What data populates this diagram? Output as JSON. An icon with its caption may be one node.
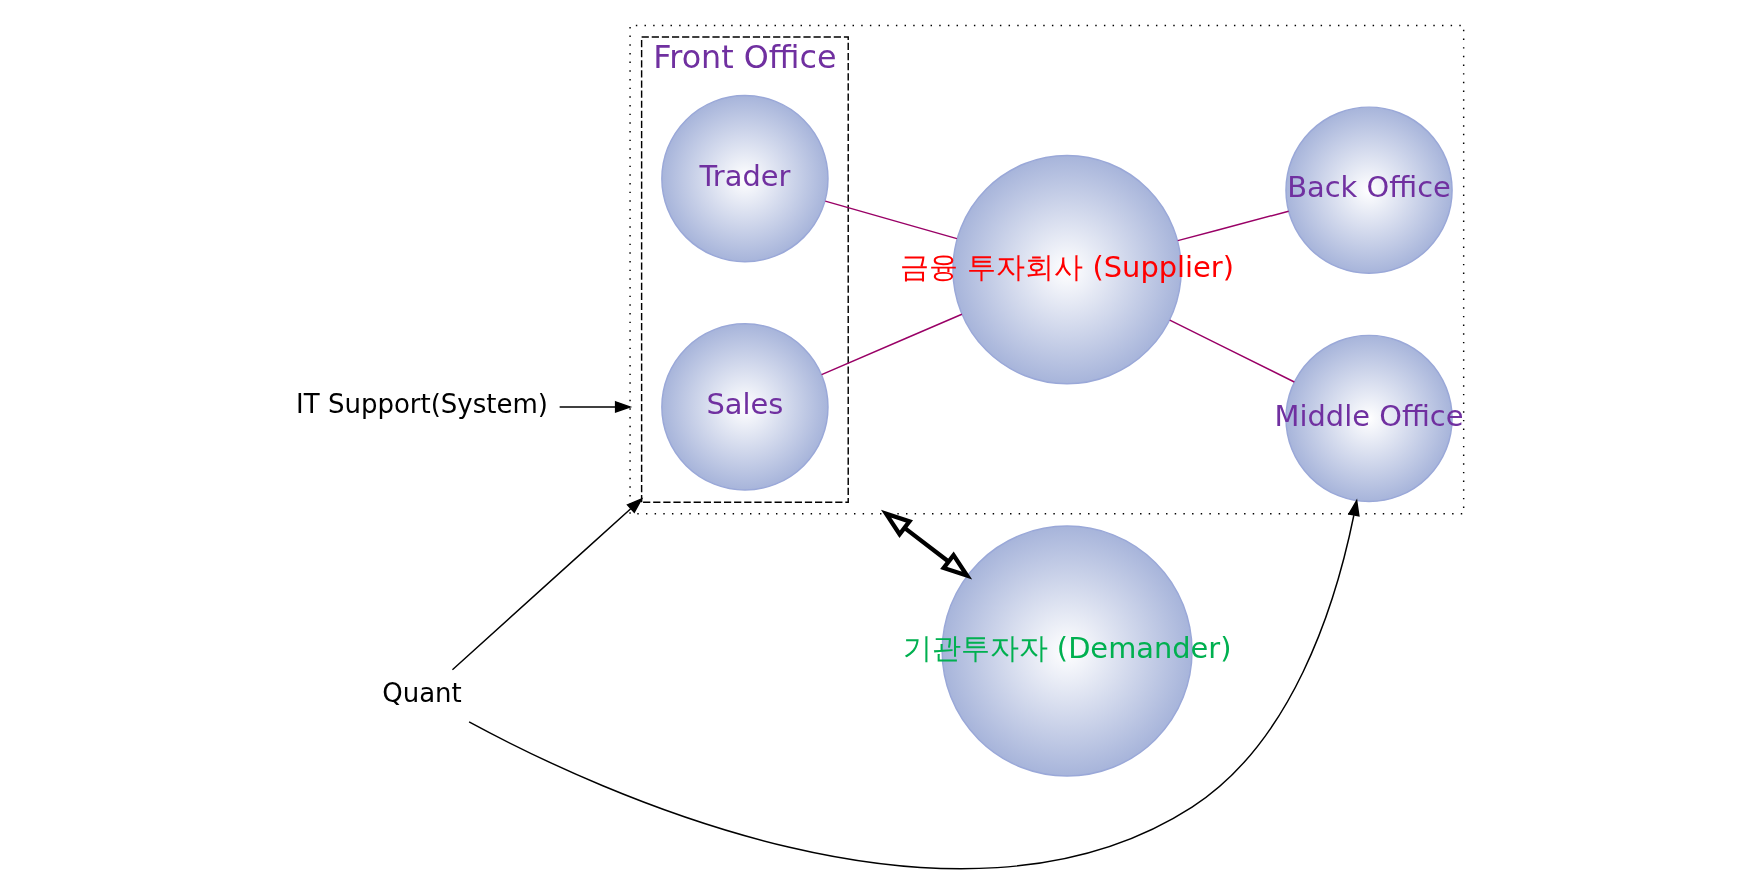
{
  "diagram": {
    "nodes": [
      {
        "text": [],
        "shape": "box"
      },
      {
        "text": [
          "Front Office"
        ],
        "in": 0
      },
      {
        "text": [
          "Sales"
        ],
        "in": 1
      },
      {
        "text": [
          "Trader"
        ],
        "in": 1
      },
      {
        "text": [
          "금융 투자회사 (Supplier)"
        ],
        "in": 0
      },
      {
        "text": [
          "Middle Office"
        ],
        "in": 0
      },
      {
        "text": [
          "Back Office"
        ],
        "in": 0
      },
      {
        "text": [
          "기관투자자 (Demander)"
        ]
      },
      {
        "text": [
          "Quant"
        ]
      },
      {
        "text": [
          "IT Support(System)"
        ]
      }
    ],
    "edges": [
      {
        "from": 2,
        "to": 4,
        "arrow": "none",
        "color": "#990066"
      },
      {
        "from": 3,
        "to": 4,
        "arrow": "none",
        "color": "#990066"
      },
      {
        "from": 4,
        "to": 5,
        "arrow": "none",
        "color": "#990066"
      },
      {
        "from": 4,
        "to": 6,
        "arrow": "none",
        "color": "#990066"
      },
      {
        "from": 0,
        "to": 7,
        "arrow": "both",
        "style": "thick",
        "color": "#000000"
      },
      {
        "from": 8,
        "to": 1,
        "arrow": "to",
        "color": "#000000"
      },
      {
        "from": 8,
        "to": 5,
        "arrow": "to",
        "color": "#000000"
      },
      {
        "from": 9,
        "to": 0,
        "arrow": "to",
        "color": "#000000"
      }
    ]
  }
}
